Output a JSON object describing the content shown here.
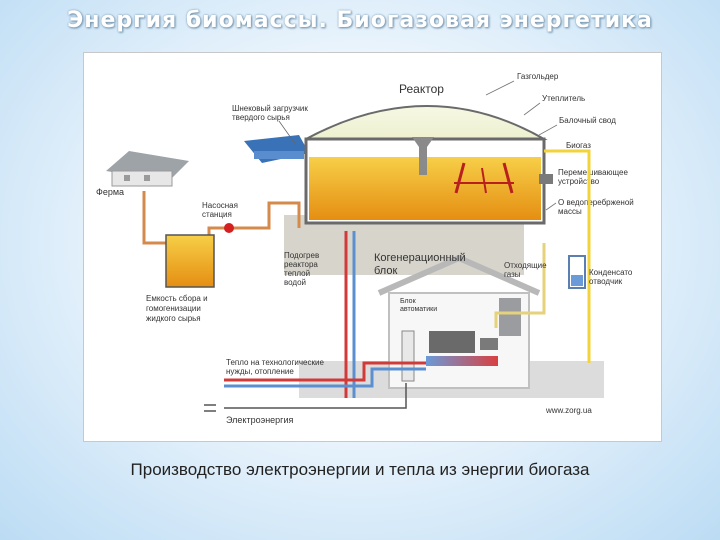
{
  "title": "Энергия биомассы. Биогазовая энергетика",
  "caption": "Производство электроэнергии и тепла из энергии биогаза",
  "diagram": {
    "reactor": "Реактор",
    "gasholder": "Газгольдер",
    "insulation": "Утеплитель",
    "beam_roof": "Балочный свод",
    "biogas": "Биогаз",
    "mixer_1": "Перемешивающее",
    "mixer_2": "устройство",
    "fermented_1": "О ведоперебрженой",
    "fermented_2": "массы",
    "screw_loader_1": "Шнековый загрузчик",
    "screw_loader_2": "твердого сырья",
    "farm": "Ферма",
    "pump_1": "Насосная",
    "pump_2": "станция",
    "heating_1": "Подогрев",
    "heating_2": "реактора",
    "heating_3": "теплой",
    "heating_4": "водой",
    "cogen_1": "Когенерационный",
    "cogen_2": "блок",
    "exhaust_1": "Отходящие",
    "exhaust_2": "газы",
    "condensate_1": "Конденсато",
    "condensate_2": "отводчик",
    "tank_1": "Емкость сбора и",
    "tank_2": "гомогенизации",
    "tank_3": "жидкого сырья",
    "automation_1": "Блок",
    "automation_2": "автоматики",
    "heat_1": "Тепло на технологические",
    "heat_2": "нужды, отопление",
    "electricity": "Электроэнергия",
    "website": "www.zorg.ua"
  },
  "colors": {
    "slurry": "#f0a020",
    "hot_pipe": "#d23a3a",
    "cold_pipe": "#5b8fd0",
    "feed_pipe": "#d48a4a",
    "gas_pipe": "#f2d33a",
    "exhaust_pipe": "#e6d27a"
  }
}
